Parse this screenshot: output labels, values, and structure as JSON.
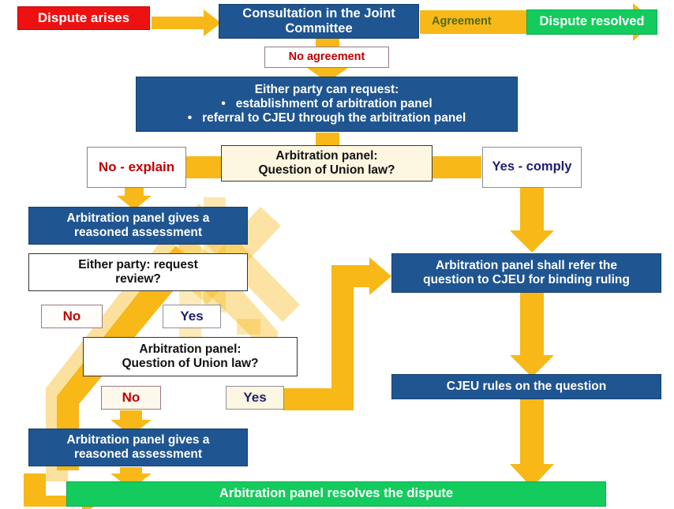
{
  "diagram": {
    "title": "EU dispute settlement flowchart",
    "colors": {
      "arrow": "#F7B818",
      "blue_box": "#1F5591",
      "red_box": "#EE1111",
      "green_box": "#14CB5E",
      "ivory_box": "#FDF6E0",
      "no_text": "#C00000",
      "yes_text": "#1F1F6E",
      "agreement_text": "#4F6B12"
    },
    "nodes": {
      "dispute_arises": "Dispute arises",
      "consultation": "Consultation in the Joint Committee",
      "dispute_resolved": "Dispute resolved",
      "no_agreement": "No agreement",
      "agreement": "Agreement",
      "either_party_request_title": "Either party can request:",
      "either_party_bullet_1": "establishment of arbitration panel",
      "either_party_bullet_2": "referral to CJEU through the arbitration panel",
      "no_explain": "No - explain",
      "arbitration_union_law_1": "Arbitration panel: Question of Union law?",
      "yes_comply": "Yes - comply",
      "panel_reasoned_1": "Arbitration panel gives a reasoned assessment",
      "either_party_review": "Either party: request review?",
      "review_no": "No",
      "review_yes": "Yes",
      "arbitration_union_law_2": "Arbitration panel: Question of Union law?",
      "law2_no": "No",
      "law2_yes": "Yes",
      "panel_reasoned_2": "Arbitration panel gives a reasoned assessment",
      "refer_cjeu": "Arbitration panel shall refer the question to CJEU for binding ruling",
      "cjeu_rules": "CJEU rules on the question",
      "panel_resolves": "Arbitration panel resolves the dispute"
    }
  }
}
